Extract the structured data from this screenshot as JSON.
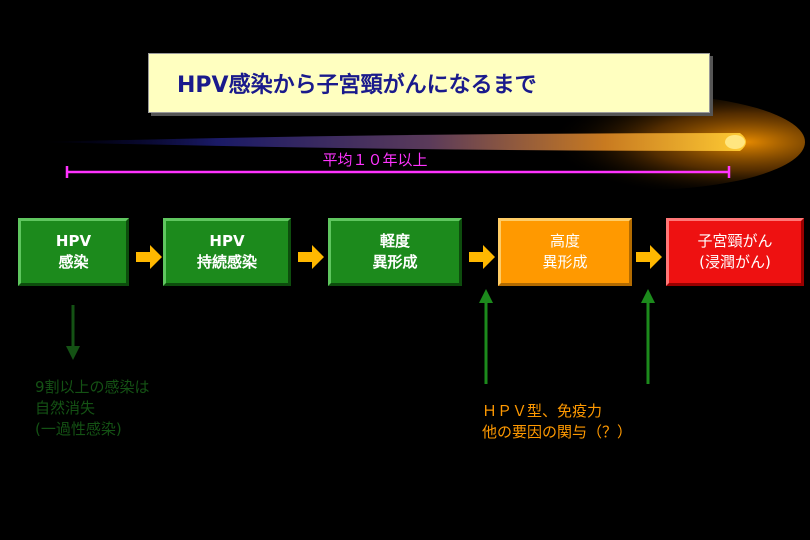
{
  "title": "HPV感染から子宮頸がんになるまで",
  "span_label": "平均１０年以上",
  "stages": [
    {
      "line1": "HPV",
      "line2": "感染"
    },
    {
      "line1": "HPV",
      "line2": "持続感染"
    },
    {
      "line1": "軽度",
      "line2": "異形成"
    },
    {
      "line1": "高度",
      "line2": "異形成"
    },
    {
      "line1": "子宮頸がん",
      "line2": "(浸潤がん)"
    }
  ],
  "note_left": {
    "line1": "9割以上の感染は",
    "line2": "自然消失",
    "line3": "(一過性感染)"
  },
  "note_right": {
    "line1": "ＨＰＶ型、免疫力",
    "line2": "他の要因の関与（？）"
  },
  "colors": {
    "green": "#1c8a1c",
    "orange": "#ff9900",
    "red": "#ee1111",
    "arrow": "#ffb800",
    "title_text": "#1a1a8c",
    "span": "#ff33ff"
  }
}
